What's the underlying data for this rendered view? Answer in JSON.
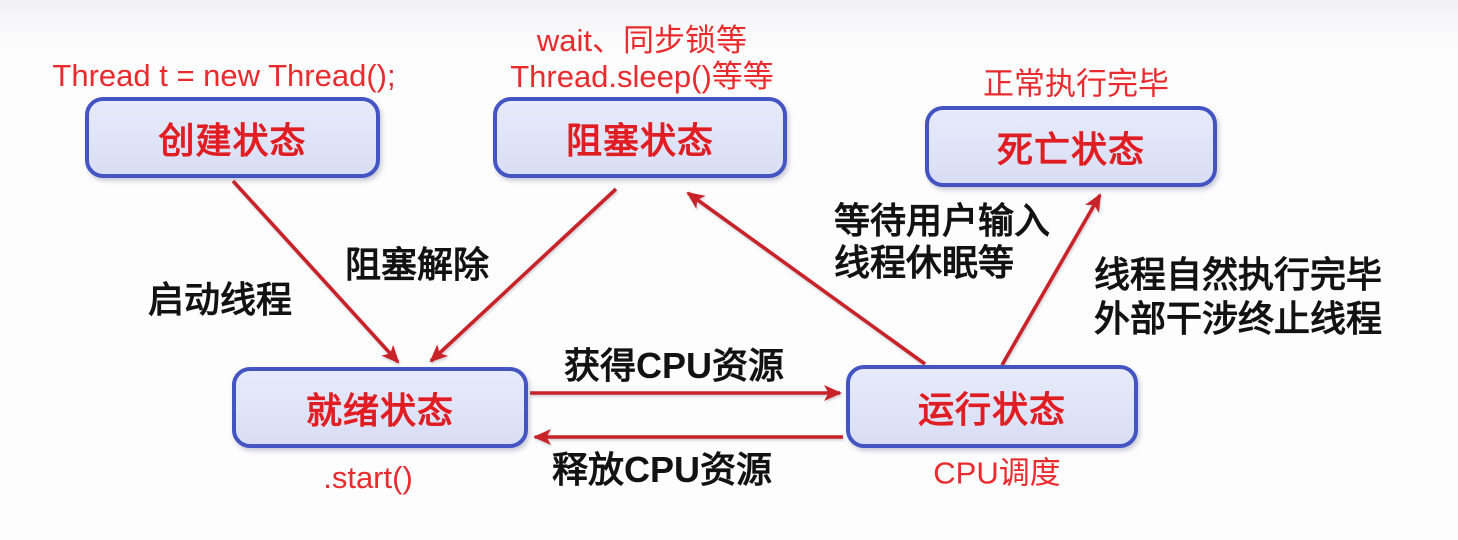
{
  "colors": {
    "bg_top": "#f2f2f4",
    "bg_main": "#fdfdfe",
    "box_fill_top": "#e6eafa",
    "box_fill": "#d9def5",
    "box_border": "#4455c3",
    "state_text": "#e11d24",
    "annotation_text": "#ea2a2d",
    "transition_text": "#121212",
    "arrow": "#c9232a"
  },
  "states": {
    "new": {
      "label": "创建状态",
      "annotation": "Thread t = new Thread();"
    },
    "blocked": {
      "label": "阻塞状态",
      "annotation_line1": "wait、同步锁等",
      "annotation_line2": "Thread.sleep()等等"
    },
    "dead": {
      "label": "死亡状态",
      "annotation": "正常执行完毕"
    },
    "ready": {
      "label": "就绪状态",
      "annotation": ".start()"
    },
    "running": {
      "label": "运行状态",
      "annotation": "CPU调度"
    }
  },
  "transitions": {
    "new_to_ready": {
      "label": "启动线程"
    },
    "blocked_to_ready": {
      "label": "阻塞解除"
    },
    "running_to_blocked": {
      "line1": "等待用户输入",
      "line2": "线程休眠等"
    },
    "running_to_dead": {
      "line1": "线程自然执行完毕",
      "line2": "外部干涉终止线程"
    },
    "ready_to_running": {
      "label": "获得CPU资源"
    },
    "running_to_ready": {
      "label": "释放CPU资源"
    }
  }
}
